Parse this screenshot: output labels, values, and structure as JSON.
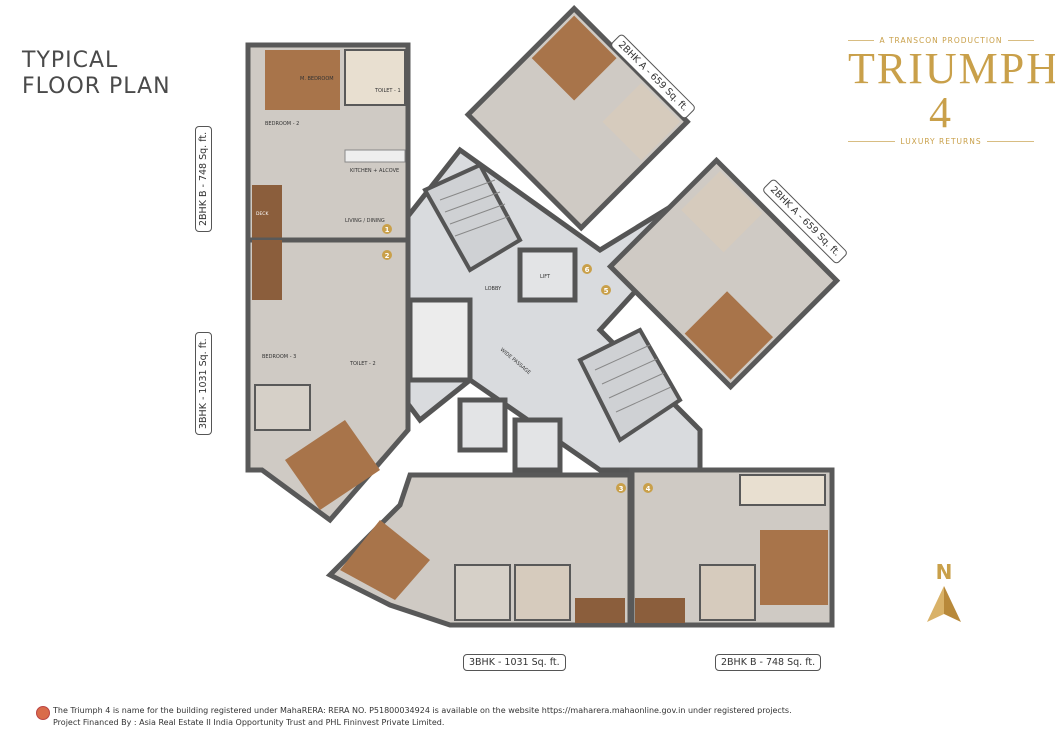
{
  "page_title": [
    "TYPICAL",
    "FLOOR PLAN"
  ],
  "logo": {
    "tagline_top": "A TRANSCON PRODUCTION",
    "name": "TRIUMPH 4",
    "tagline_bottom": "LUXURY RETURNS"
  },
  "unit_tags": {
    "left_top": "2BHK B - 748 Sq. ft.",
    "left_bottom": "3BHK - 1031 Sq. ft.",
    "top_a1": "2BHK A - 659 Sq. ft.",
    "top_a2": "2BHK A - 659 Sq. ft.",
    "bottom_3bhk": "3BHK - 1031 Sq. ft.",
    "bottom_2bhk": "2BHK B - 748 Sq. ft."
  },
  "flat_numbers": [
    "1",
    "2",
    "3",
    "4",
    "5",
    "6"
  ],
  "rooms": {
    "master_bedroom": "M. BEDROOM",
    "bedroom_2": "BEDROOM - 2",
    "bedroom_3": "BEDROOM - 3",
    "toilet_1": "TOILET - 1",
    "toilet_2": "TOILET - 2",
    "kitchen": "KITCHEN + ALCOVE",
    "living": "LIVING / DINING",
    "deck": "DECK",
    "lift": "LIFT",
    "lobby": "LOBBY",
    "passage": "WIDE PASSAGE"
  },
  "compass": "N",
  "footer": {
    "line1": "The Triumph 4 is name for the building registered under MahaRERA: RERA NO. P51800034924 is available on the website https://maharera.mahaonline.gov.in  under registered projects.",
    "line2": "Project Financed By : Asia Real Estate II India Opportunity Trust and PHL Fininvest Private Limited."
  },
  "colors": {
    "gold": "#c9a04a",
    "wall": "#595959",
    "floor": "#cfcac4",
    "wood": "#a8744a",
    "core": "#d9dbde"
  }
}
